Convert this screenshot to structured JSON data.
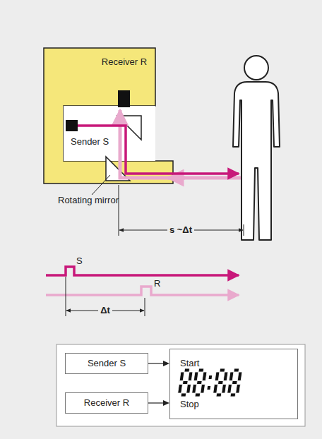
{
  "diagram": {
    "nodes": [
      {
        "text": [
          "Sender S"
        ]
      },
      {
        "text": [
          "Receiver R"
        ]
      },
      {
        "text": [
          "Start",
          "Stop"
        ]
      }
    ],
    "edges": [
      {
        "from": 0,
        "to": 2,
        "arrow": "to"
      },
      {
        "from": 1,
        "to": 2,
        "arrow": "to"
      }
    ],
    "labels": [
      "Receiver R",
      "Sender S",
      "Rotating mirror",
      "s ~Δt",
      "S",
      "R",
      "Δt"
    ]
  }
}
